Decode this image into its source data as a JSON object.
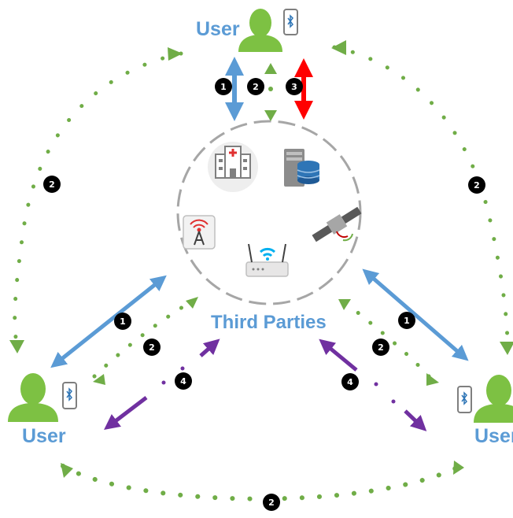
{
  "labels": {
    "user_top": "User",
    "user_left": "User",
    "user_right": "User",
    "center": "Third Parties"
  },
  "badges": {
    "one": "1",
    "two": "2",
    "three": "3",
    "four": "4"
  },
  "icons": {
    "user": "user-silhouette-icon",
    "phone": "bluetooth-phone-icon",
    "hospital": "hospital-icon",
    "database": "database-server-icon",
    "cell_tower": "cell-tower-icon",
    "satellite": "satellite-icon",
    "router": "wifi-router-icon"
  },
  "colors": {
    "user_green": "#7dc143",
    "label_blue": "#5b9bd5",
    "arrow_blue": "#5b9bd5",
    "arrow_green": "#70ad47",
    "arrow_red": "#ff0000",
    "arrow_purple": "#7030a0",
    "badge_black": "#000000",
    "circle_gray": "#a6a6a6"
  }
}
